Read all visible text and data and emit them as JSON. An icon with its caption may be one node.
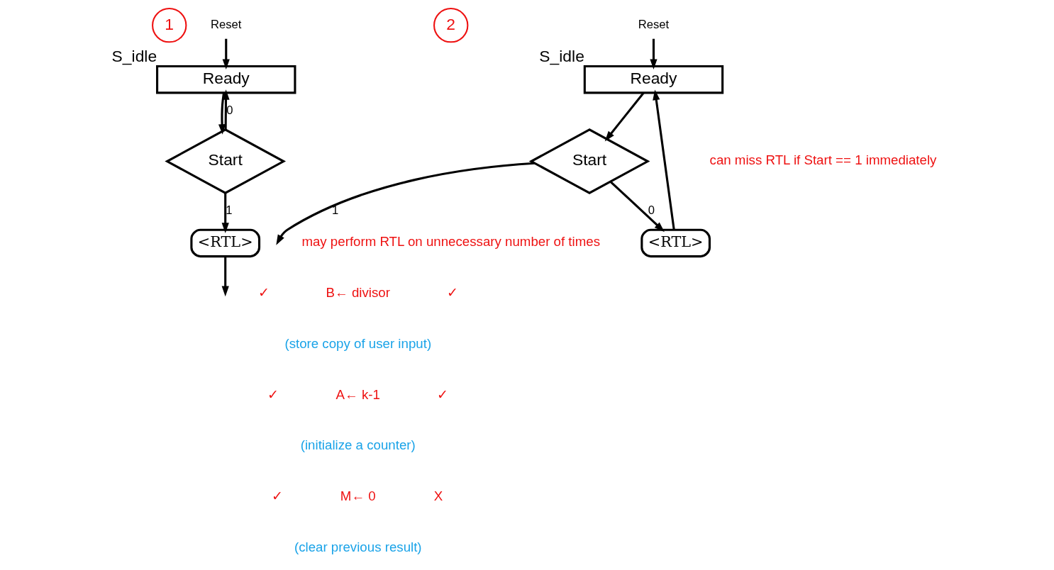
{
  "diagram": {
    "nodes": [
      {
        "text": [
          "1"
        ]
      },
      {
        "text": [
          "Reset"
        ]
      },
      {
        "text": [
          "Ready"
        ],
        "beside": [
          "S_idle"
        ]
      },
      {
        "text": [
          "Start"
        ]
      },
      {
        "text": [
          "<RTL>"
        ]
      },
      {
        "text": [
          "2"
        ]
      },
      {
        "text": [
          "Reset"
        ]
      },
      {
        "text": [
          "Ready"
        ],
        "beside": [
          "S_idle"
        ]
      },
      {
        "text": [
          "Start"
        ]
      },
      {
        "text": [
          "<RTL>"
        ]
      }
    ],
    "edges": [
      {
        "from": 1,
        "to": 2,
        "arrow": "to"
      },
      {
        "from": 2,
        "to": 3,
        "arrow": "to"
      },
      {
        "from": 3,
        "to": 2,
        "arrow": "to",
        "label": "0"
      },
      {
        "from": 3,
        "to": 4,
        "arrow": "to",
        "label": "1"
      },
      {
        "from": 4,
        "to": null,
        "arrow": "to"
      },
      {
        "from": 6,
        "to": 7,
        "arrow": "to"
      },
      {
        "from": 7,
        "to": 8,
        "arrow": "to"
      },
      {
        "from": 8,
        "to": 9,
        "arrow": "to",
        "label": "0"
      },
      {
        "from": 9,
        "to": 7,
        "arrow": "to"
      },
      {
        "from": 8,
        "to": null,
        "arrow": "to",
        "label": "1"
      }
    ],
    "labels": [
      "may perform RTL on unnecessary number of times",
      "can miss RTL if Start == 1 immediately",
      "✓",
      "B← divisor",
      "✓",
      "(store copy of user input)",
      "✓",
      "A← k-1",
      "✓",
      "(initialize a counter)",
      "✓",
      "M← 0",
      "X",
      "(clear previous result)"
    ]
  }
}
